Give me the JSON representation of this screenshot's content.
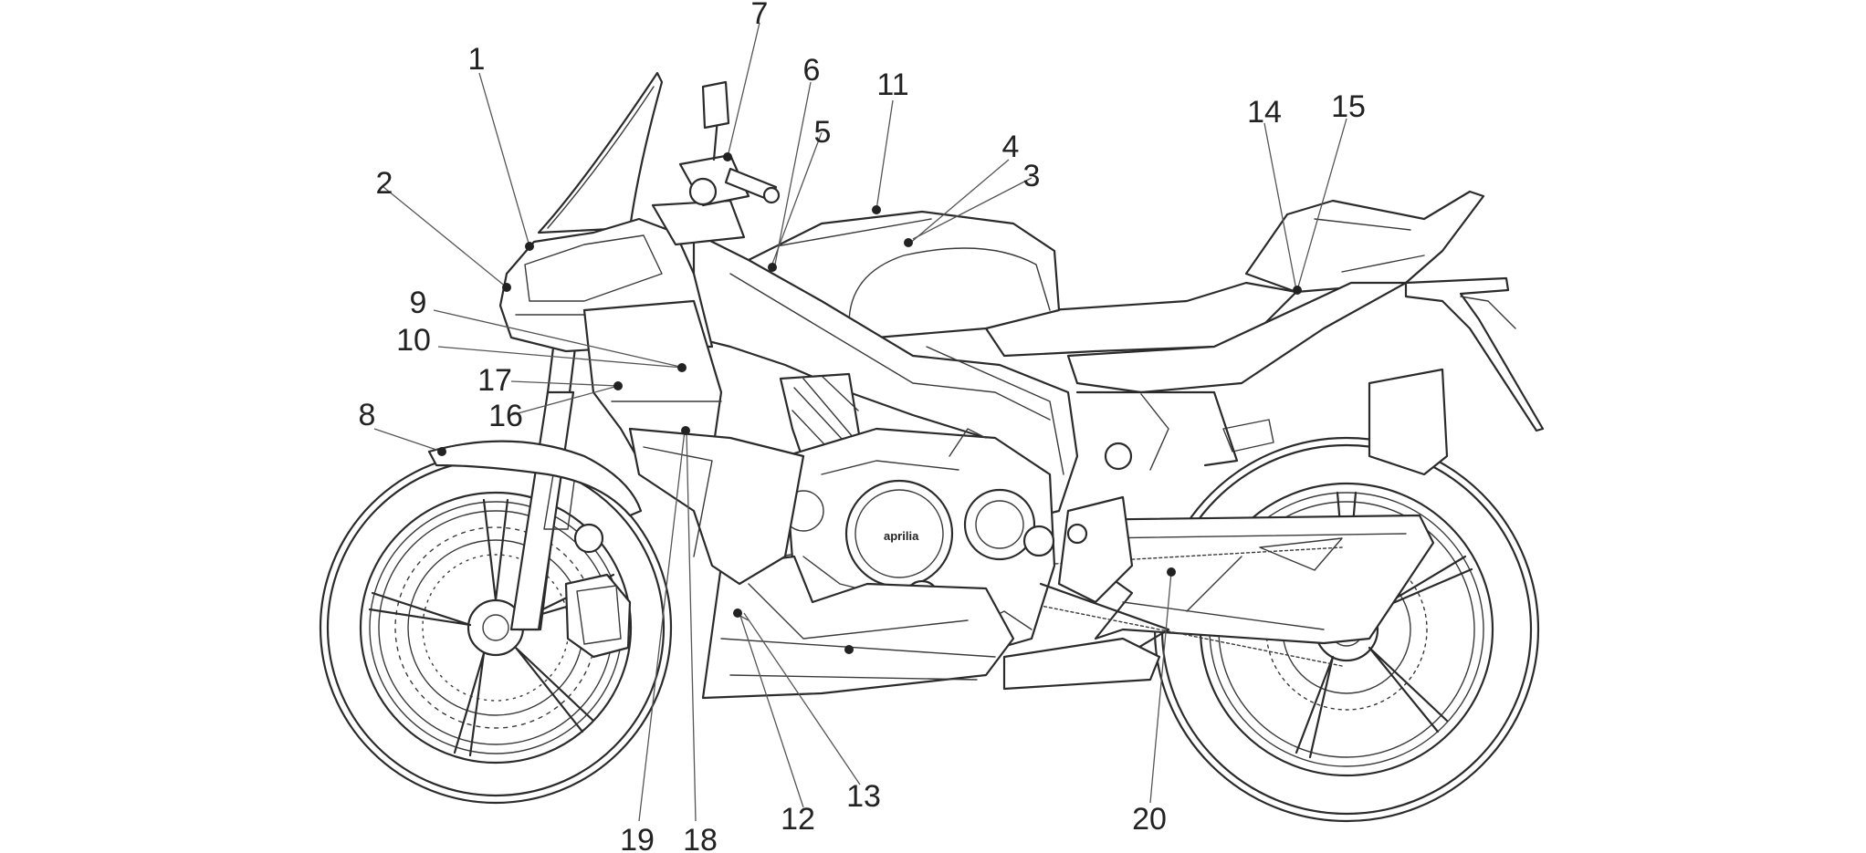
{
  "diagram": {
    "type": "motorcycle-side-view-parts-diagram",
    "brand_text": "aprilia",
    "callouts": [
      {
        "label": "1"
      },
      {
        "label": "2"
      },
      {
        "label": "3"
      },
      {
        "label": "4"
      },
      {
        "label": "5"
      },
      {
        "label": "6"
      },
      {
        "label": "7"
      },
      {
        "label": "8"
      },
      {
        "label": "9"
      },
      {
        "label": "10"
      },
      {
        "label": "11"
      },
      {
        "label": "12"
      },
      {
        "label": "13"
      },
      {
        "label": "14"
      },
      {
        "label": "15"
      },
      {
        "label": "16"
      },
      {
        "label": "17"
      },
      {
        "label": "18"
      },
      {
        "label": "19"
      },
      {
        "label": "20"
      }
    ]
  },
  "colors": {
    "line": "#2b2b2b",
    "leader": "#555555",
    "background": "#ffffff"
  }
}
